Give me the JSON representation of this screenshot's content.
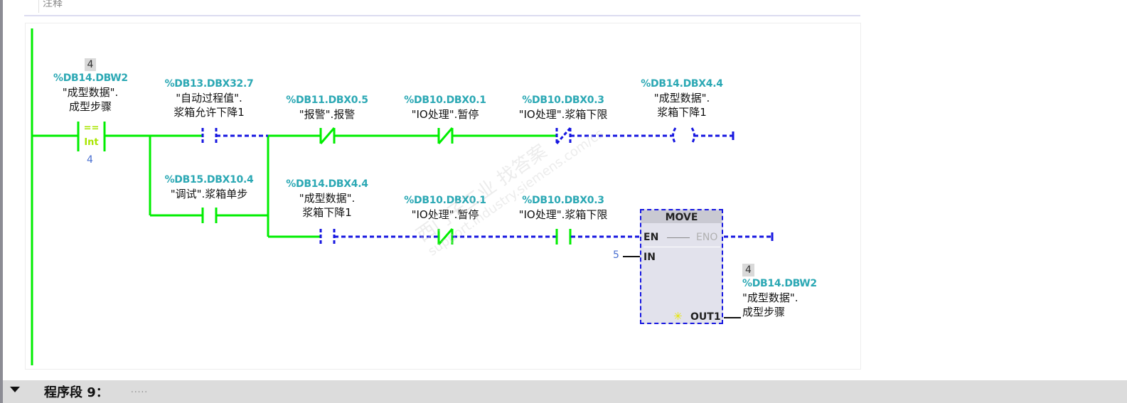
{
  "comment": {
    "label": "注释"
  },
  "network": {
    "compare": {
      "value": "4",
      "address": "%DB14.DBW2",
      "name_line1": "\"成型数据\".",
      "name_line2": "成型步骤",
      "operator": "==",
      "type": "Int",
      "operand2": "4"
    },
    "contacts": [
      {
        "id": "c1",
        "address": "%DB13.DBX32.7",
        "name_line1": "\"自动过程值\".",
        "name_line2": "浆箱允许下降1",
        "kind": "NO"
      },
      {
        "id": "c2",
        "address": "%DB11.DBX0.5",
        "name_line1": "\"报警\".报警",
        "name_line2": "",
        "kind": "NC"
      },
      {
        "id": "c3",
        "address": "%DB10.DBX0.1",
        "name_line1": "\"IO处理\".暂停",
        "name_line2": "",
        "kind": "NC"
      },
      {
        "id": "c4",
        "address": "%DB10.DBX0.3",
        "name_line1": "\"IO处理\".浆箱下限",
        "name_line2": "",
        "kind": "NC"
      },
      {
        "id": "c5",
        "address": "%DB15.DBX10.4",
        "name_line1": "\"调试\".浆箱单步",
        "name_line2": "",
        "kind": "NO"
      },
      {
        "id": "c6",
        "address": "%DB14.DBX4.4",
        "name_line1": "\"成型数据\".",
        "name_line2": "浆箱下降1",
        "kind": "NO"
      },
      {
        "id": "c7",
        "address": "%DB10.DBX0.1",
        "name_line1": "\"IO处理\".暂停",
        "name_line2": "",
        "kind": "NC"
      },
      {
        "id": "c8",
        "address": "%DB10.DBX0.3",
        "name_line1": "\"IO处理\".浆箱下限",
        "name_line2": "",
        "kind": "NO"
      }
    ],
    "coil": {
      "address": "%DB14.DBX4.4",
      "name_line1": "\"成型数据\".",
      "name_line2": "浆箱下降1"
    },
    "move": {
      "title": "MOVE",
      "en": "EN",
      "eno": "ENO",
      "in": "IN",
      "out": "OUT1",
      "in_value": "5",
      "out_value": "4",
      "out_address": "%DB14.DBW2",
      "out_name_line1": "\"成型数据\".",
      "out_name_line2": "成型步骤"
    },
    "colors": {
      "powered": "#00ee00",
      "unpowered": "#1616e0",
      "address": "#2ba8b4"
    }
  },
  "footer": {
    "segment_label": "程序段 9：",
    "segment_comment": "....."
  },
  "watermark": {
    "line1": "西门子工业 找答案",
    "line2": "support.industry.siemens.com/cs"
  }
}
